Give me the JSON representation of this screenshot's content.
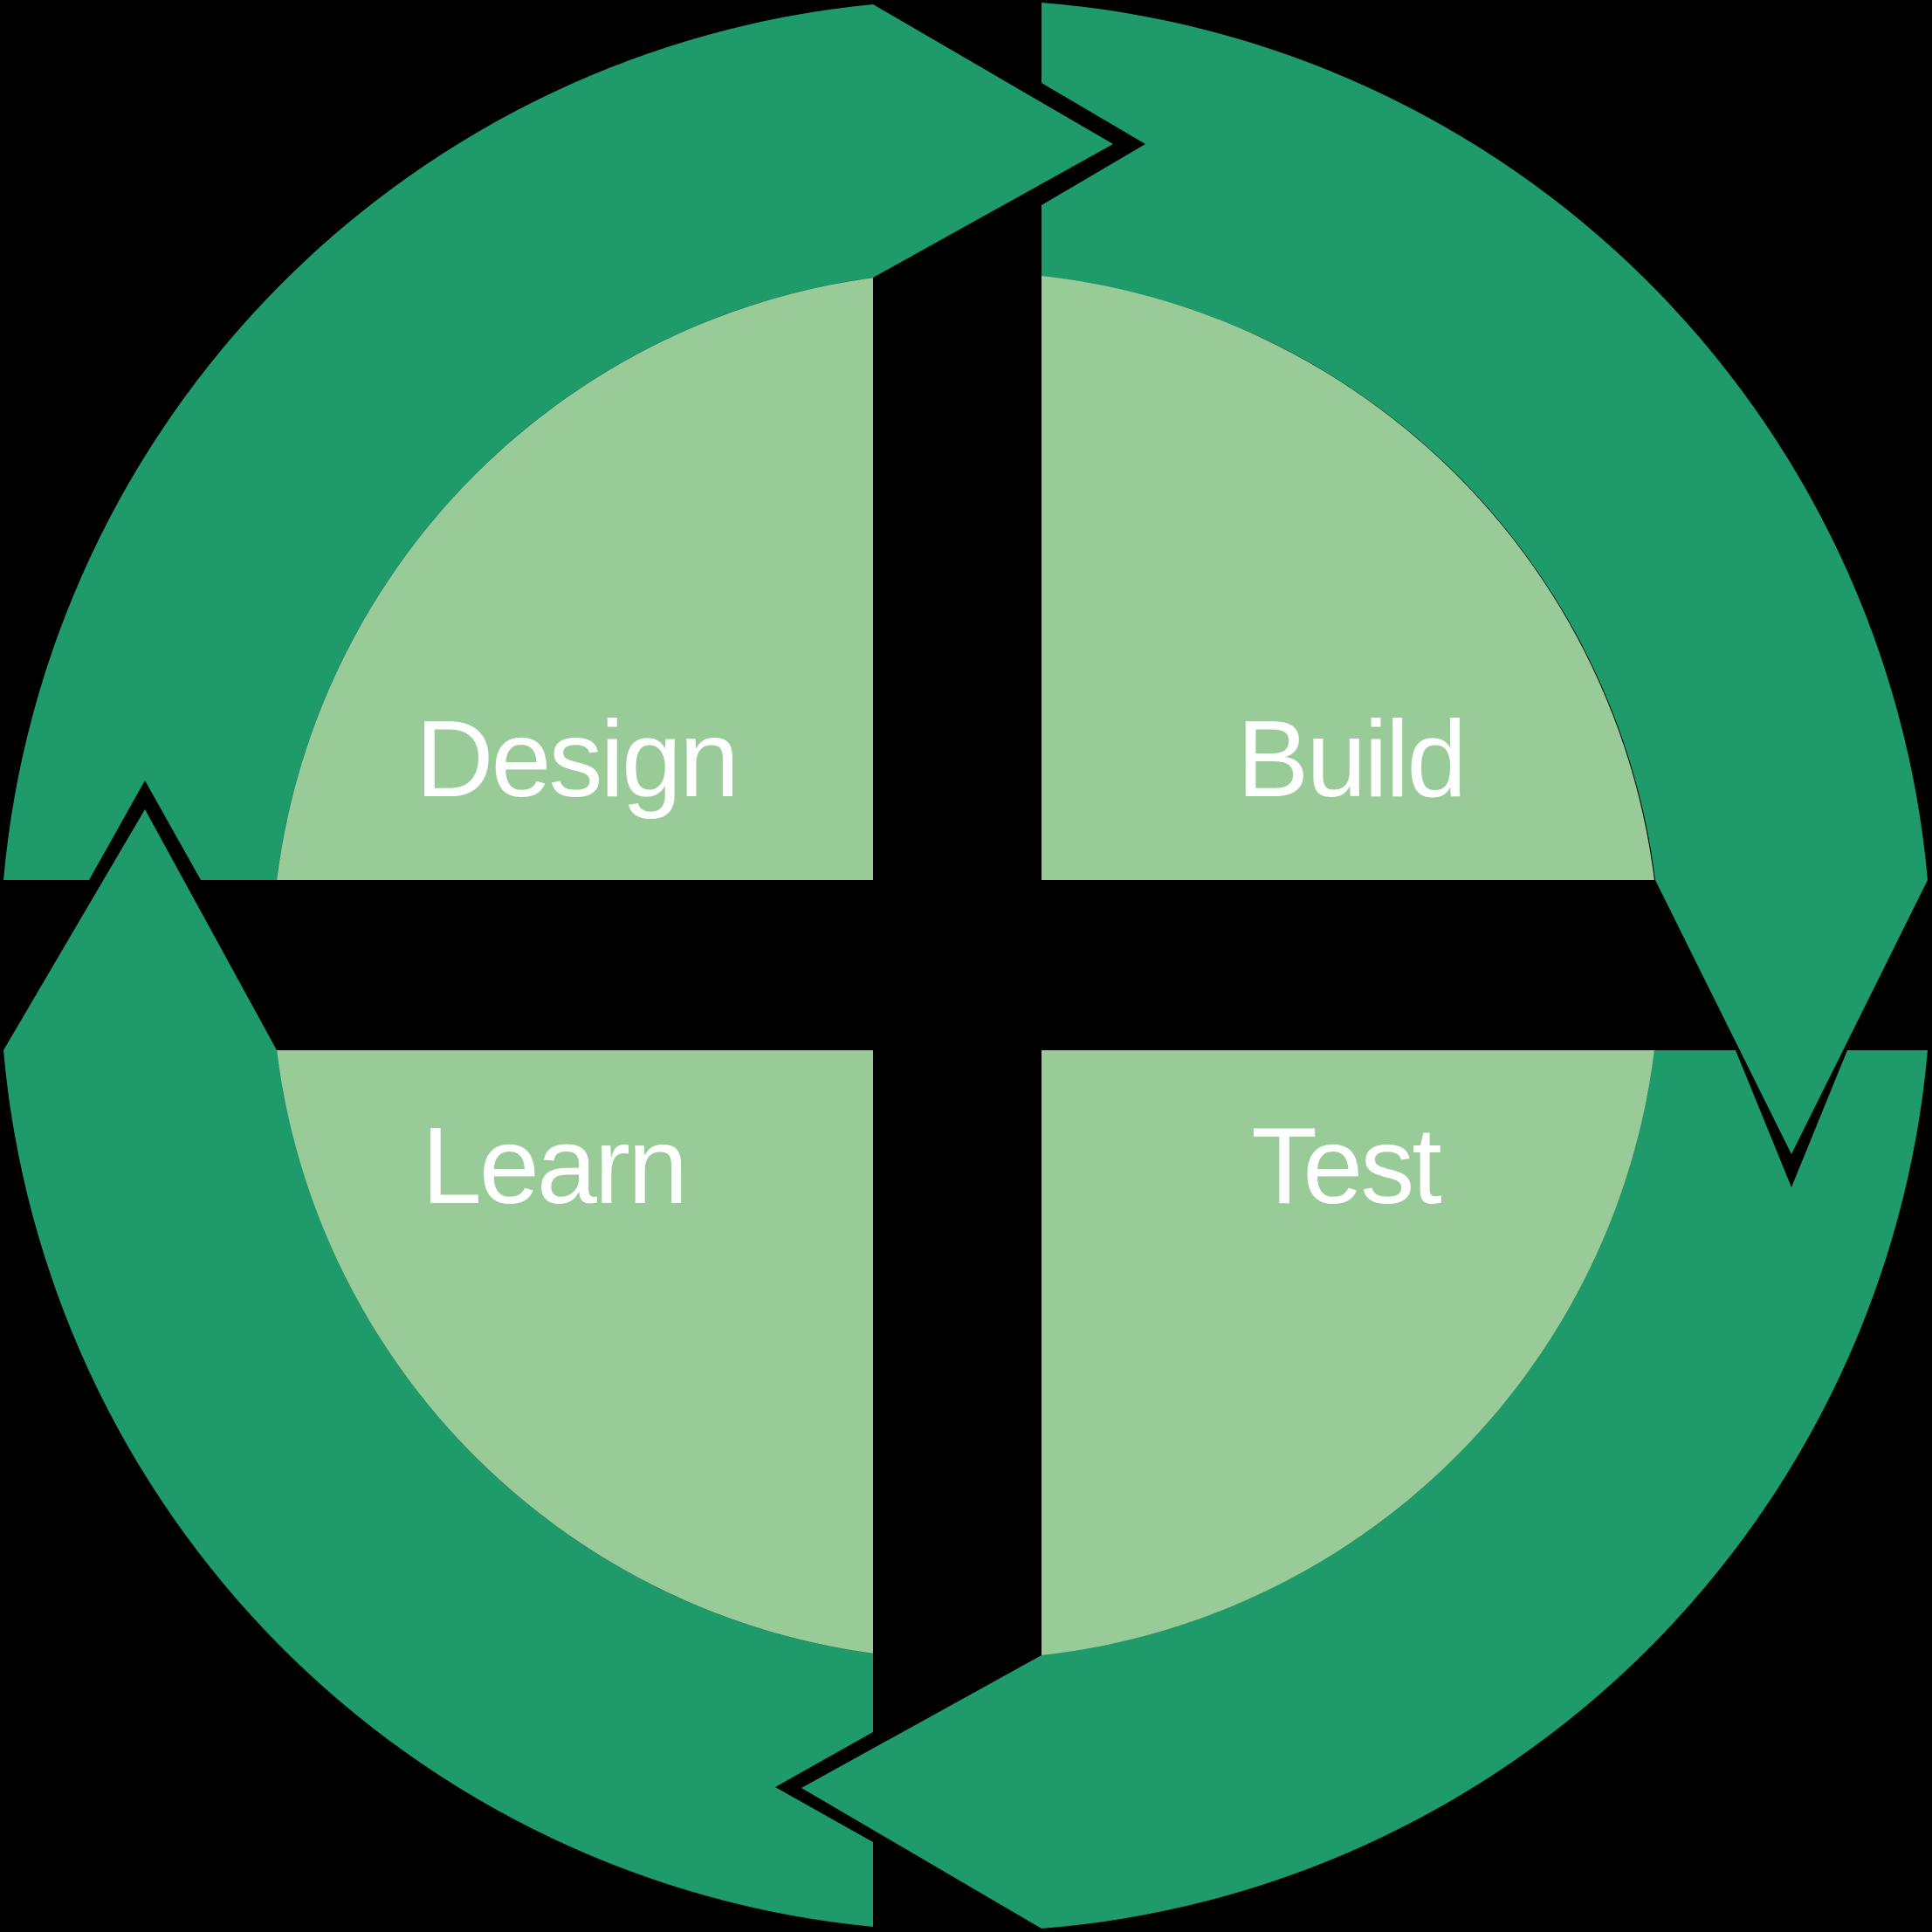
{
  "diagram": {
    "type": "cycle-diagram",
    "direction": "clockwise",
    "labels": {
      "design": "Design",
      "build": "Build",
      "test": "Test",
      "learn": "Learn"
    },
    "colors": {
      "background": "#000000",
      "arrow": "#1F9B6B",
      "quadrant": "#98CB98",
      "label": "#FFFFFF"
    }
  }
}
